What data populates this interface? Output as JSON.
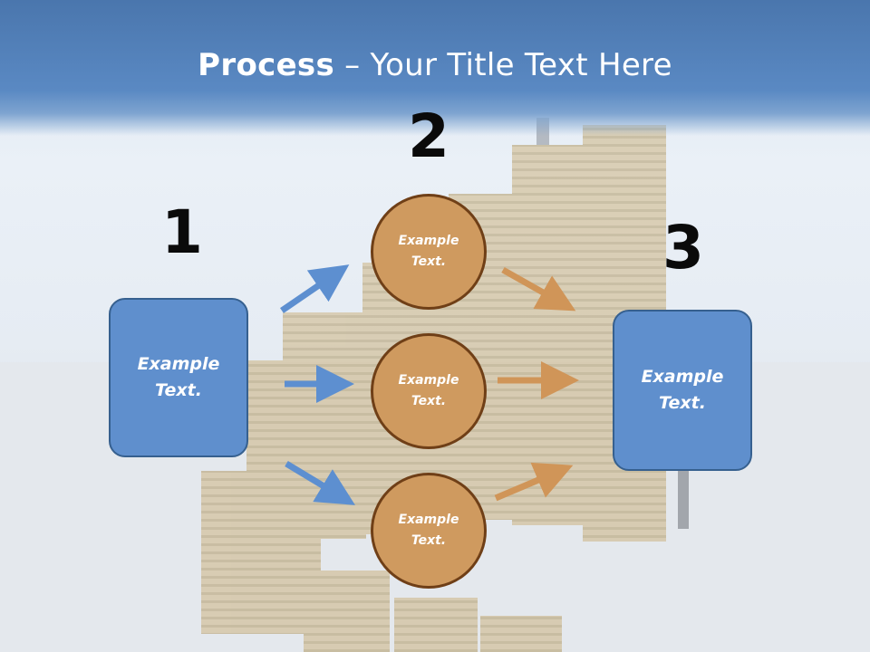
{
  "slide": {
    "title_bold": "Process",
    "title_rest": " – Your Title Text Here"
  },
  "steps": {
    "step1": {
      "number": "1",
      "text": "Example\nText."
    },
    "step2": {
      "number": "2",
      "circles": [
        "Example\nText.",
        "Example\nText.",
        "Example\nText."
      ]
    },
    "step3": {
      "number": "3",
      "text": "Example\nText."
    }
  },
  "colors": {
    "title_band": "#4a76ad",
    "box_fill": "#5f8fcd",
    "circle_fill": "#cf9a5f",
    "circle_border": "#6f3f17",
    "blue_arrow": "#5d8fd0",
    "orange_arrow": "#d09558"
  },
  "icons": {
    "background": "coin-stacks-photo",
    "arrows": "arrow-icon"
  }
}
